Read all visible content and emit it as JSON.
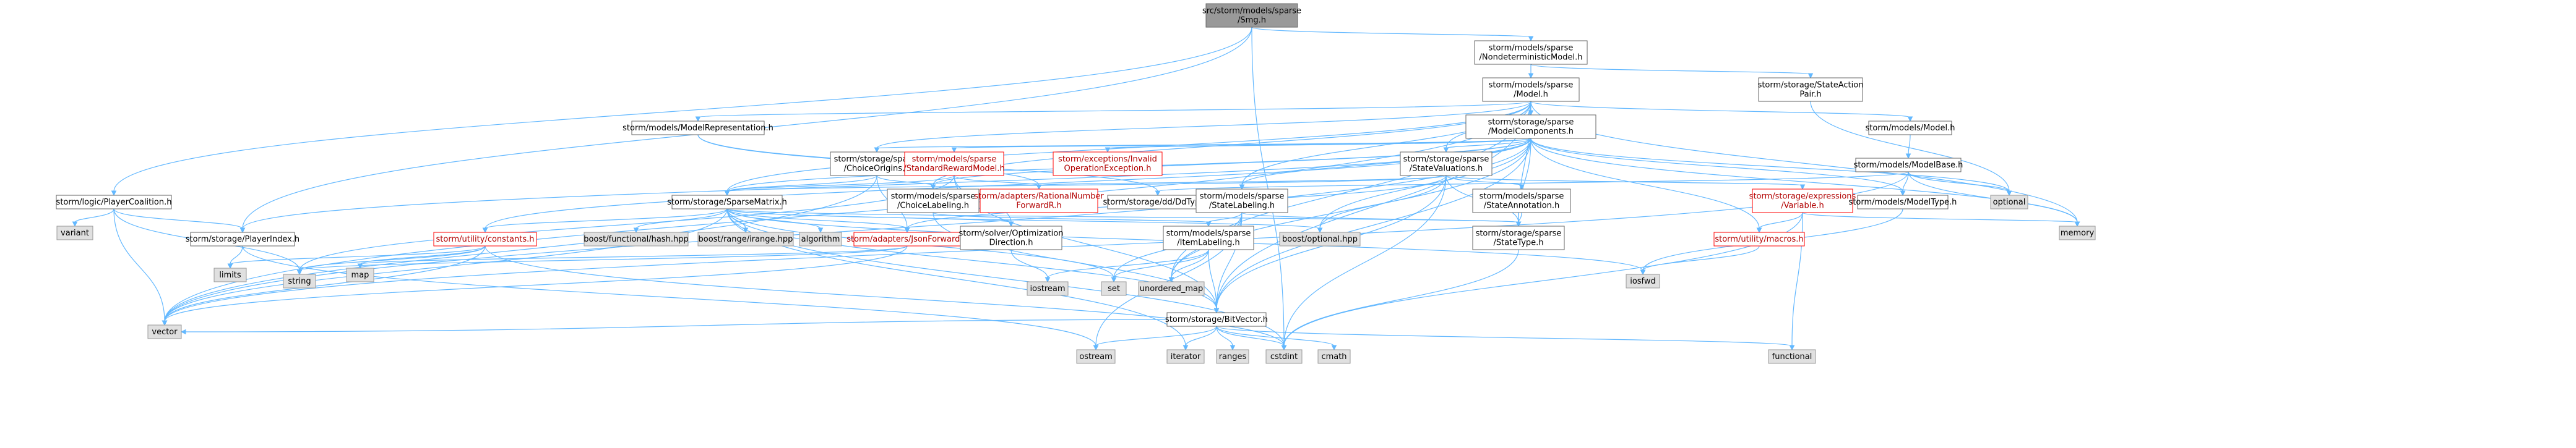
{
  "diagram": {
    "nodes": [
      {
        "id": "root",
        "style": "root",
        "lines": [
          "src/storm/models/sparse",
          "/Smg.h"
        ]
      },
      {
        "id": "ndm",
        "style": "plain",
        "lines": [
          "storm/models/sparse",
          "/NondeterministicModel.h"
        ]
      },
      {
        "id": "model",
        "style": "plain",
        "lines": [
          "storm/models/sparse",
          "/Model.h"
        ]
      },
      {
        "id": "sap",
        "style": "plain",
        "lines": [
          "storm/storage/StateAction",
          "Pair.h"
        ]
      },
      {
        "id": "mc",
        "style": "plain",
        "lines": [
          "storm/storage/sparse",
          "/ModelComponents.h"
        ]
      },
      {
        "id": "modelh",
        "style": "plain",
        "lines": [
          "storm/models/Model.h"
        ]
      },
      {
        "id": "modelrep",
        "style": "plain",
        "lines": [
          "storm/models/ModelRepresentation.h"
        ]
      },
      {
        "id": "choiceorigins",
        "style": "plain",
        "lines": [
          "storm/storage/sparse",
          "/ChoiceOrigins.h"
        ]
      },
      {
        "id": "srm",
        "style": "red",
        "lines": [
          "storm/models/sparse",
          "/StandardRewardModel.h"
        ]
      },
      {
        "id": "invalidop",
        "style": "red",
        "lines": [
          "storm/exceptions/Invalid",
          "OperationException.h"
        ]
      },
      {
        "id": "statevals",
        "style": "plain",
        "lines": [
          "storm/storage/sparse",
          "/StateValuations.h"
        ]
      },
      {
        "id": "modelbase",
        "style": "plain",
        "lines": [
          "storm/models/ModelBase.h"
        ]
      },
      {
        "id": "playercoal",
        "style": "plain",
        "lines": [
          "storm/logic/PlayerCoalition.h"
        ]
      },
      {
        "id": "variant",
        "style": "sys",
        "lines": [
          "variant"
        ]
      },
      {
        "id": "sparsematrix",
        "style": "plain",
        "lines": [
          "storm/storage/SparseMatrix.h"
        ]
      },
      {
        "id": "choicelab",
        "style": "plain",
        "lines": [
          "storm/models/sparse",
          "/ChoiceLabeling.h"
        ]
      },
      {
        "id": "rationalfwd",
        "style": "red",
        "lines": [
          "storm/adapters/RationalNumber",
          "ForwardR.h"
        ]
      },
      {
        "id": "ddtype",
        "style": "plain",
        "lines": [
          "storm/storage/dd/DdType.h"
        ]
      },
      {
        "id": "statelab",
        "style": "plain",
        "lines": [
          "storm/models/sparse",
          "/StateLabeling.h"
        ]
      },
      {
        "id": "stateann",
        "style": "plain",
        "lines": [
          "storm/models/sparse",
          "/StateAnnotation.h"
        ]
      },
      {
        "id": "expvar",
        "style": "red",
        "lines": [
          "storm/storage/expressions",
          "/Variable.h"
        ]
      },
      {
        "id": "modeltype",
        "style": "plain",
        "lines": [
          "storm/models/ModelType.h"
        ]
      },
      {
        "id": "optional",
        "style": "sys",
        "lines": [
          "optional"
        ]
      },
      {
        "id": "memory",
        "style": "sys",
        "lines": [
          "memory"
        ]
      },
      {
        "id": "playerindex",
        "style": "plain",
        "lines": [
          "storm/storage/PlayerIndex.h"
        ]
      },
      {
        "id": "constants",
        "style": "red",
        "lines": [
          "storm/utility/constants.h"
        ]
      },
      {
        "id": "boosthash",
        "style": "sys",
        "lines": [
          "boost/functional/hash.hpp"
        ]
      },
      {
        "id": "boostrange",
        "style": "sys",
        "lines": [
          "boost/range/irange.hpp"
        ]
      },
      {
        "id": "algorithm",
        "style": "sys",
        "lines": [
          "algorithm"
        ]
      },
      {
        "id": "jsonfwd",
        "style": "red",
        "lines": [
          "storm/adapters/JsonForward.h"
        ]
      },
      {
        "id": "optdir",
        "style": "plain",
        "lines": [
          "storm/solver/Optimization",
          "Direction.h"
        ]
      },
      {
        "id": "itemlab",
        "style": "plain",
        "lines": [
          "storm/models/sparse",
          "/ItemLabeling.h"
        ]
      },
      {
        "id": "boostopt",
        "style": "sys",
        "lines": [
          "boost/optional.hpp"
        ]
      },
      {
        "id": "statetype",
        "style": "plain",
        "lines": [
          "storm/storage/sparse",
          "/StateType.h"
        ]
      },
      {
        "id": "macros",
        "style": "red",
        "lines": [
          "storm/utility/macros.h"
        ]
      },
      {
        "id": "limits",
        "style": "sys",
        "lines": [
          "limits"
        ]
      },
      {
        "id": "string",
        "style": "sys",
        "lines": [
          "string"
        ]
      },
      {
        "id": "map",
        "style": "sys",
        "lines": [
          "map"
        ]
      },
      {
        "id": "iostream",
        "style": "sys",
        "lines": [
          "iostream"
        ]
      },
      {
        "id": "set",
        "style": "sys",
        "lines": [
          "set"
        ]
      },
      {
        "id": "unorderedmap",
        "style": "sys",
        "lines": [
          "unordered_map"
        ]
      },
      {
        "id": "bitvector",
        "style": "plain",
        "lines": [
          "storm/storage/BitVector.h"
        ]
      },
      {
        "id": "iosfwd",
        "style": "sys",
        "lines": [
          "iosfwd"
        ]
      },
      {
        "id": "vector",
        "style": "sys",
        "lines": [
          "vector"
        ]
      },
      {
        "id": "ostream",
        "style": "sys",
        "lines": [
          "ostream"
        ]
      },
      {
        "id": "iterator",
        "style": "sys",
        "lines": [
          "iterator"
        ]
      },
      {
        "id": "ranges",
        "style": "sys",
        "lines": [
          "ranges"
        ]
      },
      {
        "id": "cstdint",
        "style": "sys",
        "lines": [
          "cstdint"
        ]
      },
      {
        "id": "cmath",
        "style": "sys",
        "lines": [
          "cmath"
        ]
      },
      {
        "id": "functional",
        "style": "sys",
        "lines": [
          "functional"
        ]
      }
    ],
    "edges": [
      [
        "root",
        "ndm"
      ],
      [
        "root",
        "playercoal"
      ],
      [
        "root",
        "playerindex"
      ],
      [
        "root",
        "cstdint"
      ],
      [
        "ndm",
        "model"
      ],
      [
        "ndm",
        "sap"
      ],
      [
        "sap",
        "optional"
      ],
      [
        "model",
        "mc"
      ],
      [
        "model",
        "modelh"
      ],
      [
        "model",
        "modelrep"
      ],
      [
        "model",
        "choiceorigins"
      ],
      [
        "model",
        "statevals"
      ],
      [
        "model",
        "sparsematrix"
      ],
      [
        "model",
        "statelab"
      ],
      [
        "model",
        "choicelab"
      ],
      [
        "model",
        "statetype"
      ],
      [
        "model",
        "memory"
      ],
      [
        "model",
        "vector"
      ],
      [
        "model",
        "unorderedmap"
      ],
      [
        "model",
        "bitvector"
      ],
      [
        "mc",
        "choiceorigins"
      ],
      [
        "mc",
        "srm"
      ],
      [
        "mc",
        "invalidop"
      ],
      [
        "mc",
        "statevals"
      ],
      [
        "mc",
        "statelab"
      ],
      [
        "mc",
        "choicelab"
      ],
      [
        "mc",
        "sparsematrix"
      ],
      [
        "mc",
        "playerindex"
      ],
      [
        "mc",
        "bitvector"
      ],
      [
        "mc",
        "boostopt"
      ],
      [
        "mc",
        "statetype"
      ],
      [
        "mc",
        "unorderedmap"
      ],
      [
        "mc",
        "vector"
      ],
      [
        "mc",
        "memory"
      ],
      [
        "mc",
        "optional"
      ],
      [
        "mc",
        "macros"
      ],
      [
        "mc",
        "constants"
      ],
      [
        "mc",
        "modeltype"
      ],
      [
        "modelh",
        "modelbase"
      ],
      [
        "modelrep",
        "ddtype"
      ],
      [
        "modelrep",
        "rationalfwd"
      ],
      [
        "modelbase",
        "modeltype"
      ],
      [
        "modelbase",
        "optional"
      ],
      [
        "modelbase",
        "memory"
      ],
      [
        "modelbase",
        "ddtype"
      ],
      [
        "modelbase",
        "vector"
      ],
      [
        "choiceorigins",
        "choicelab"
      ],
      [
        "choiceorigins",
        "sparsematrix"
      ],
      [
        "choiceorigins",
        "jsonfwd"
      ],
      [
        "choiceorigins",
        "vector"
      ],
      [
        "srm",
        "sparsematrix"
      ],
      [
        "srm",
        "rationalfwd"
      ],
      [
        "srm",
        "optdir"
      ],
      [
        "srm",
        "bitvector"
      ],
      [
        "srm",
        "string"
      ],
      [
        "statevals",
        "statetype"
      ],
      [
        "statevals",
        "stateann"
      ],
      [
        "statevals",
        "expvar"
      ],
      [
        "statevals",
        "sparsematrix"
      ],
      [
        "statevals",
        "rationalfwd"
      ],
      [
        "statevals",
        "boostopt"
      ],
      [
        "statevals",
        "jsonfwd"
      ],
      [
        "statevals",
        "cstdint"
      ],
      [
        "statevals",
        "bitvector"
      ],
      [
        "playercoal",
        "variant"
      ],
      [
        "playercoal",
        "playerindex"
      ],
      [
        "playercoal",
        "string"
      ],
      [
        "playercoal",
        "vector"
      ],
      [
        "playerindex",
        "limits"
      ],
      [
        "playerindex",
        "ostream"
      ],
      [
        "sparsematrix",
        "boosthash"
      ],
      [
        "sparsematrix",
        "boostrange"
      ],
      [
        "sparsematrix",
        "algorithm"
      ],
      [
        "sparsematrix",
        "jsonfwd"
      ],
      [
        "sparsematrix",
        "optdir"
      ],
      [
        "sparsematrix",
        "constants"
      ],
      [
        "sparsematrix",
        "boostopt"
      ],
      [
        "sparsematrix",
        "statetype"
      ],
      [
        "sparsematrix",
        "bitvector"
      ],
      [
        "sparsematrix",
        "iosfwd"
      ],
      [
        "sparsematrix",
        "iterator"
      ],
      [
        "sparsematrix",
        "set"
      ],
      [
        "sparsematrix",
        "vector"
      ],
      [
        "sparsematrix",
        "cstdint"
      ],
      [
        "choicelab",
        "itemlab"
      ],
      [
        "choicelab",
        "bitvector"
      ],
      [
        "statelab",
        "itemlab"
      ],
      [
        "statelab",
        "statetype"
      ],
      [
        "statelab",
        "bitvector"
      ],
      [
        "statelab",
        "set"
      ],
      [
        "statelab",
        "unorderedmap"
      ],
      [
        "statelab",
        "ostream"
      ],
      [
        "stateann",
        "statetype"
      ],
      [
        "expvar",
        "macros"
      ],
      [
        "expvar",
        "memory"
      ],
      [
        "expvar",
        "functional"
      ],
      [
        "expvar",
        "cstdint"
      ],
      [
        "modeltype",
        "iosfwd"
      ],
      [
        "macros",
        "iosfwd"
      ],
      [
        "constants",
        "limits"
      ],
      [
        "constants",
        "string"
      ],
      [
        "constants",
        "vector"
      ],
      [
        "constants",
        "map"
      ],
      [
        "constants",
        "cstdint"
      ],
      [
        "jsonfwd",
        "map"
      ],
      [
        "jsonfwd",
        "string"
      ],
      [
        "jsonfwd",
        "vector"
      ],
      [
        "optdir",
        "iostream"
      ],
      [
        "itemlab",
        "bitvector"
      ],
      [
        "itemlab",
        "set"
      ],
      [
        "itemlab",
        "unorderedmap"
      ],
      [
        "itemlab",
        "iostream"
      ],
      [
        "statetype",
        "cstdint"
      ],
      [
        "bitvector",
        "ostream"
      ],
      [
        "bitvector",
        "iterator"
      ],
      [
        "bitvector",
        "ranges"
      ],
      [
        "bitvector",
        "cstdint"
      ],
      [
        "bitvector",
        "cmath"
      ],
      [
        "bitvector",
        "functional"
      ],
      [
        "bitvector",
        "vector"
      ]
    ]
  }
}
